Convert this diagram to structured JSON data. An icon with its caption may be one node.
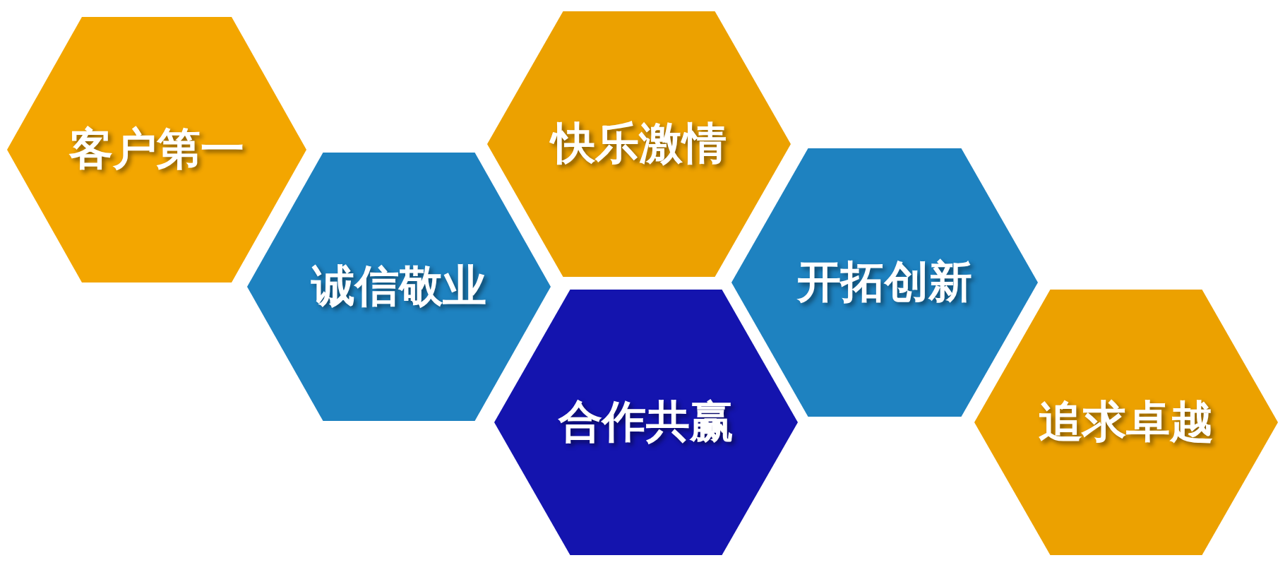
{
  "diagram": {
    "nodes": [
      {
        "text": [
          "客户第一"
        ]
      },
      {
        "text": [
          "诚信敬业"
        ]
      },
      {
        "text": [
          "快乐激情"
        ]
      },
      {
        "text": [
          "合作共赢"
        ]
      },
      {
        "text": [
          "开拓创新"
        ]
      },
      {
        "text": [
          "追求卓越"
        ]
      }
    ]
  }
}
